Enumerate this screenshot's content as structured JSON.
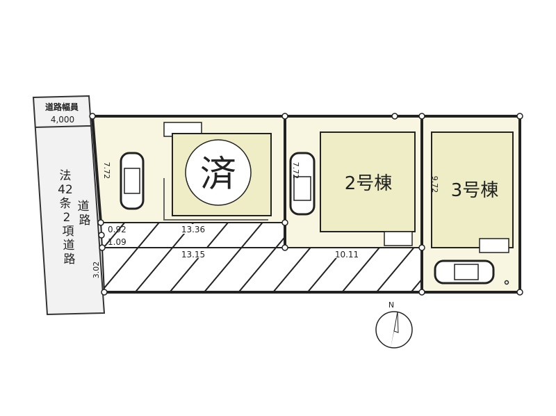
{
  "road": {
    "width_label": "道路幅員",
    "width_value": "4,000",
    "type_chars": [
      "法",
      "42",
      "条",
      "2",
      "項",
      "道",
      "路"
    ],
    "road_chars": [
      "道",
      "路"
    ]
  },
  "lots": [
    {
      "status": "済",
      "depth": "7.72"
    },
    {
      "name": "2号棟",
      "depth": "7.72"
    },
    {
      "name": "3号棟",
      "depth": "9.72"
    }
  ],
  "dimensions": {
    "d1": "0.92",
    "d2": "1.09",
    "d3": "13.36",
    "d4": "13.15",
    "d5": "10.11",
    "d6": "3.02"
  },
  "compass": {
    "label": "N"
  },
  "colors": {
    "lot_fill": "#f8f6e0",
    "building_fill": "#eeedc6",
    "line": "#222222"
  }
}
